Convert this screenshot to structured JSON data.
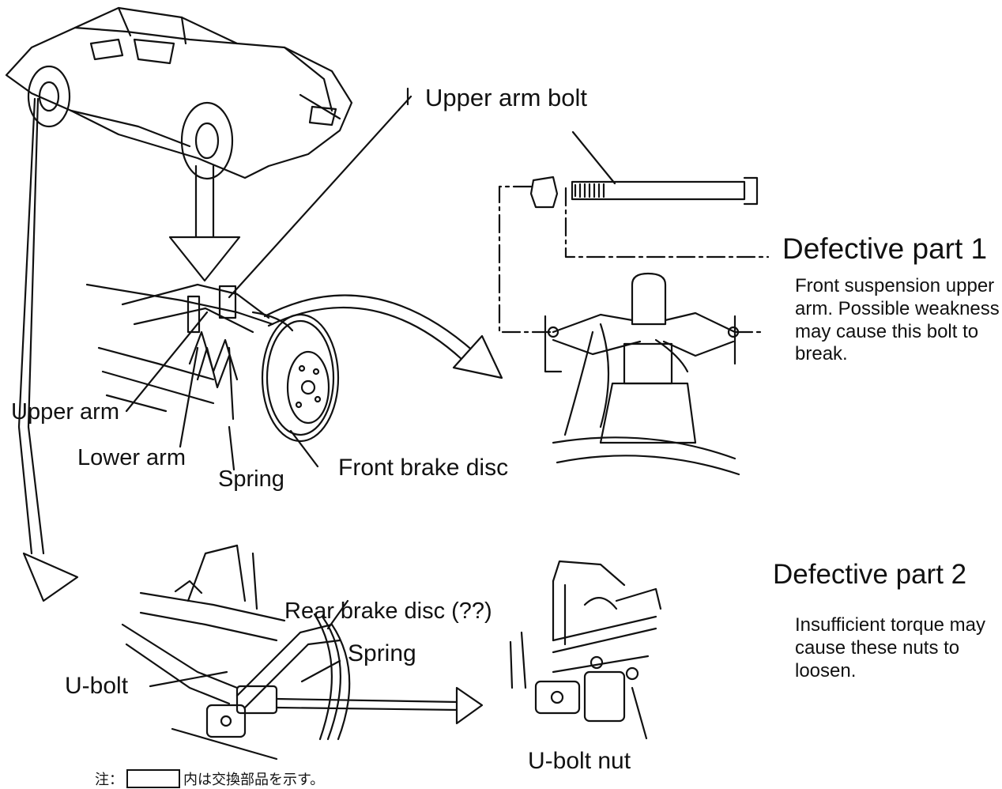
{
  "labels": {
    "upper_arm_bolt": "Upper arm bolt",
    "defective_part_1": "Defective part 1",
    "defective_part_1_desc": "Front suspension upper arm. Possible weakness may cause this bolt to break.",
    "upper_arm": "Upper arm",
    "lower_arm": "Lower arm",
    "spring_front": "Spring",
    "front_brake_disc": "Front brake disc",
    "defective_part_2": "Defective part 2",
    "defective_part_2_desc": "Insufficient torque may cause these nuts to loosen.",
    "rear_brake_disc": "Rear brake disc (??)",
    "spring_rear": "Spring",
    "u_bolt": "U-bolt",
    "u_bolt_nut": "U-bolt nut"
  },
  "footnote": {
    "prefix": "注：",
    "suffix": "内は交換部品を示す。"
  }
}
